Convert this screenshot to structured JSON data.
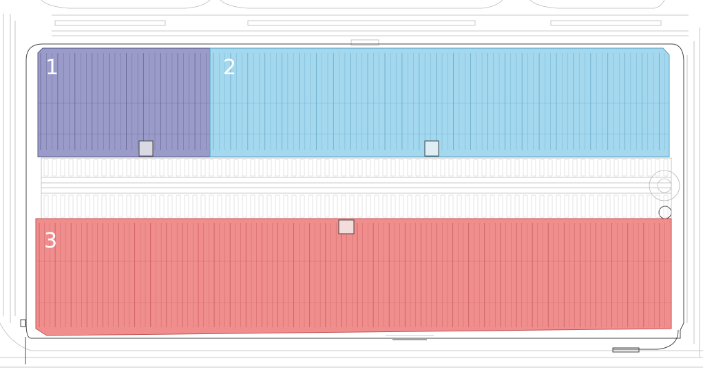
{
  "plan": {
    "background": "#ffffff",
    "line_color": "#b8b8b8",
    "zones": [
      {
        "id": "zone-1",
        "label": "1",
        "fill": "#9b9bc9",
        "stroke": "#5a5a8c"
      },
      {
        "id": "zone-2",
        "label": "2",
        "fill": "#a4d8ef",
        "stroke": "#5aa0c0"
      },
      {
        "id": "zone-3",
        "label": "3",
        "fill": "#f08e8e",
        "stroke": "#c05050"
      }
    ]
  }
}
